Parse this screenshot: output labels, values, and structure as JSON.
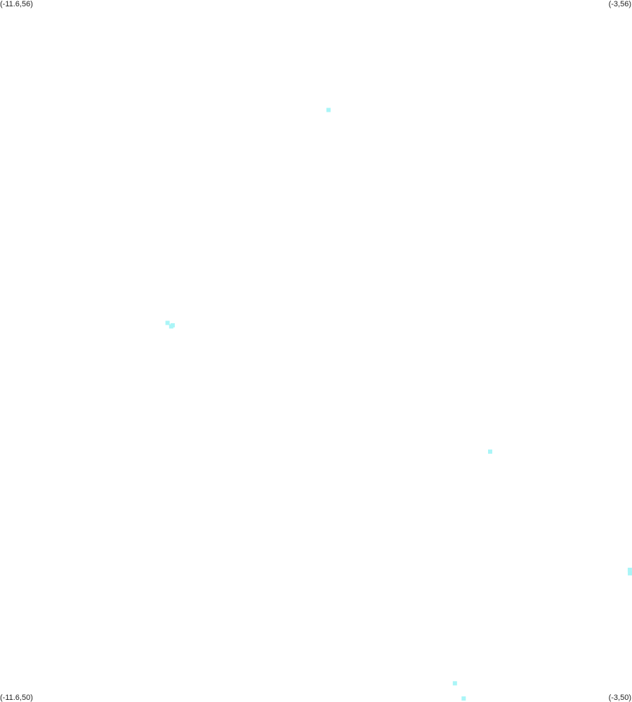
{
  "corners": {
    "top_left": "(-11.6,56)",
    "top_right": "(-3,56)",
    "bottom_left": "(-11.6,50)",
    "bottom_right": "(-3,50)"
  },
  "map": {
    "extent": {
      "lon_min": -11.6,
      "lon_max": -3,
      "lat_min": 50,
      "lat_max": 56
    },
    "point_color": "#aaf5f7",
    "points": [
      {
        "lon": -7.13,
        "lat": 55.06
      },
      {
        "lon": -9.32,
        "lat": 53.24
      },
      {
        "lon": -9.27,
        "lat": 53.21
      },
      {
        "lon": -9.25,
        "lat": 53.22
      },
      {
        "lon": -4.93,
        "lat": 52.14
      },
      {
        "lon": -3.03,
        "lat": 51.13
      },
      {
        "lon": -3.02,
        "lat": 51.1
      },
      {
        "lon": -5.41,
        "lat": 50.16
      },
      {
        "lon": -5.29,
        "lat": 50.03
      }
    ]
  }
}
